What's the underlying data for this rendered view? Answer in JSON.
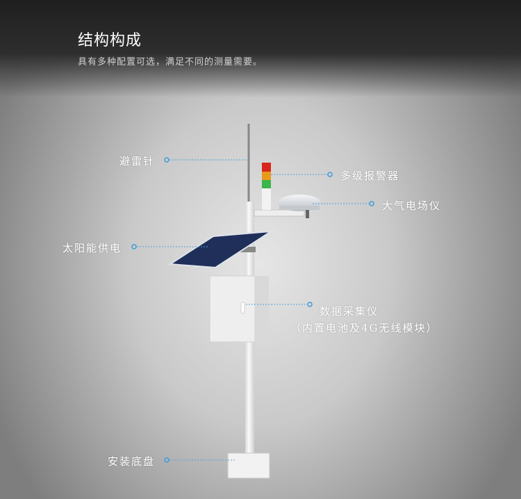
{
  "header": {
    "title": "结构构成",
    "subtitle": "具有多种配置可选，满足不同的测量需要。"
  },
  "labels": {
    "lightning_rod": "避雷针",
    "alarm": "多级报警器",
    "field_meter": "大气电场仪",
    "solar": "太阳能供电",
    "data_logger": "数据采集仪",
    "data_logger_note": "（内置电池及4G无线模块）",
    "base": "安装底盘"
  },
  "colors": {
    "callout": "#3d9bd6",
    "alarm_red": "#d8261c",
    "alarm_orange": "#e89a1a",
    "alarm_green": "#3cb54a",
    "solar": "#1f2f5a"
  }
}
